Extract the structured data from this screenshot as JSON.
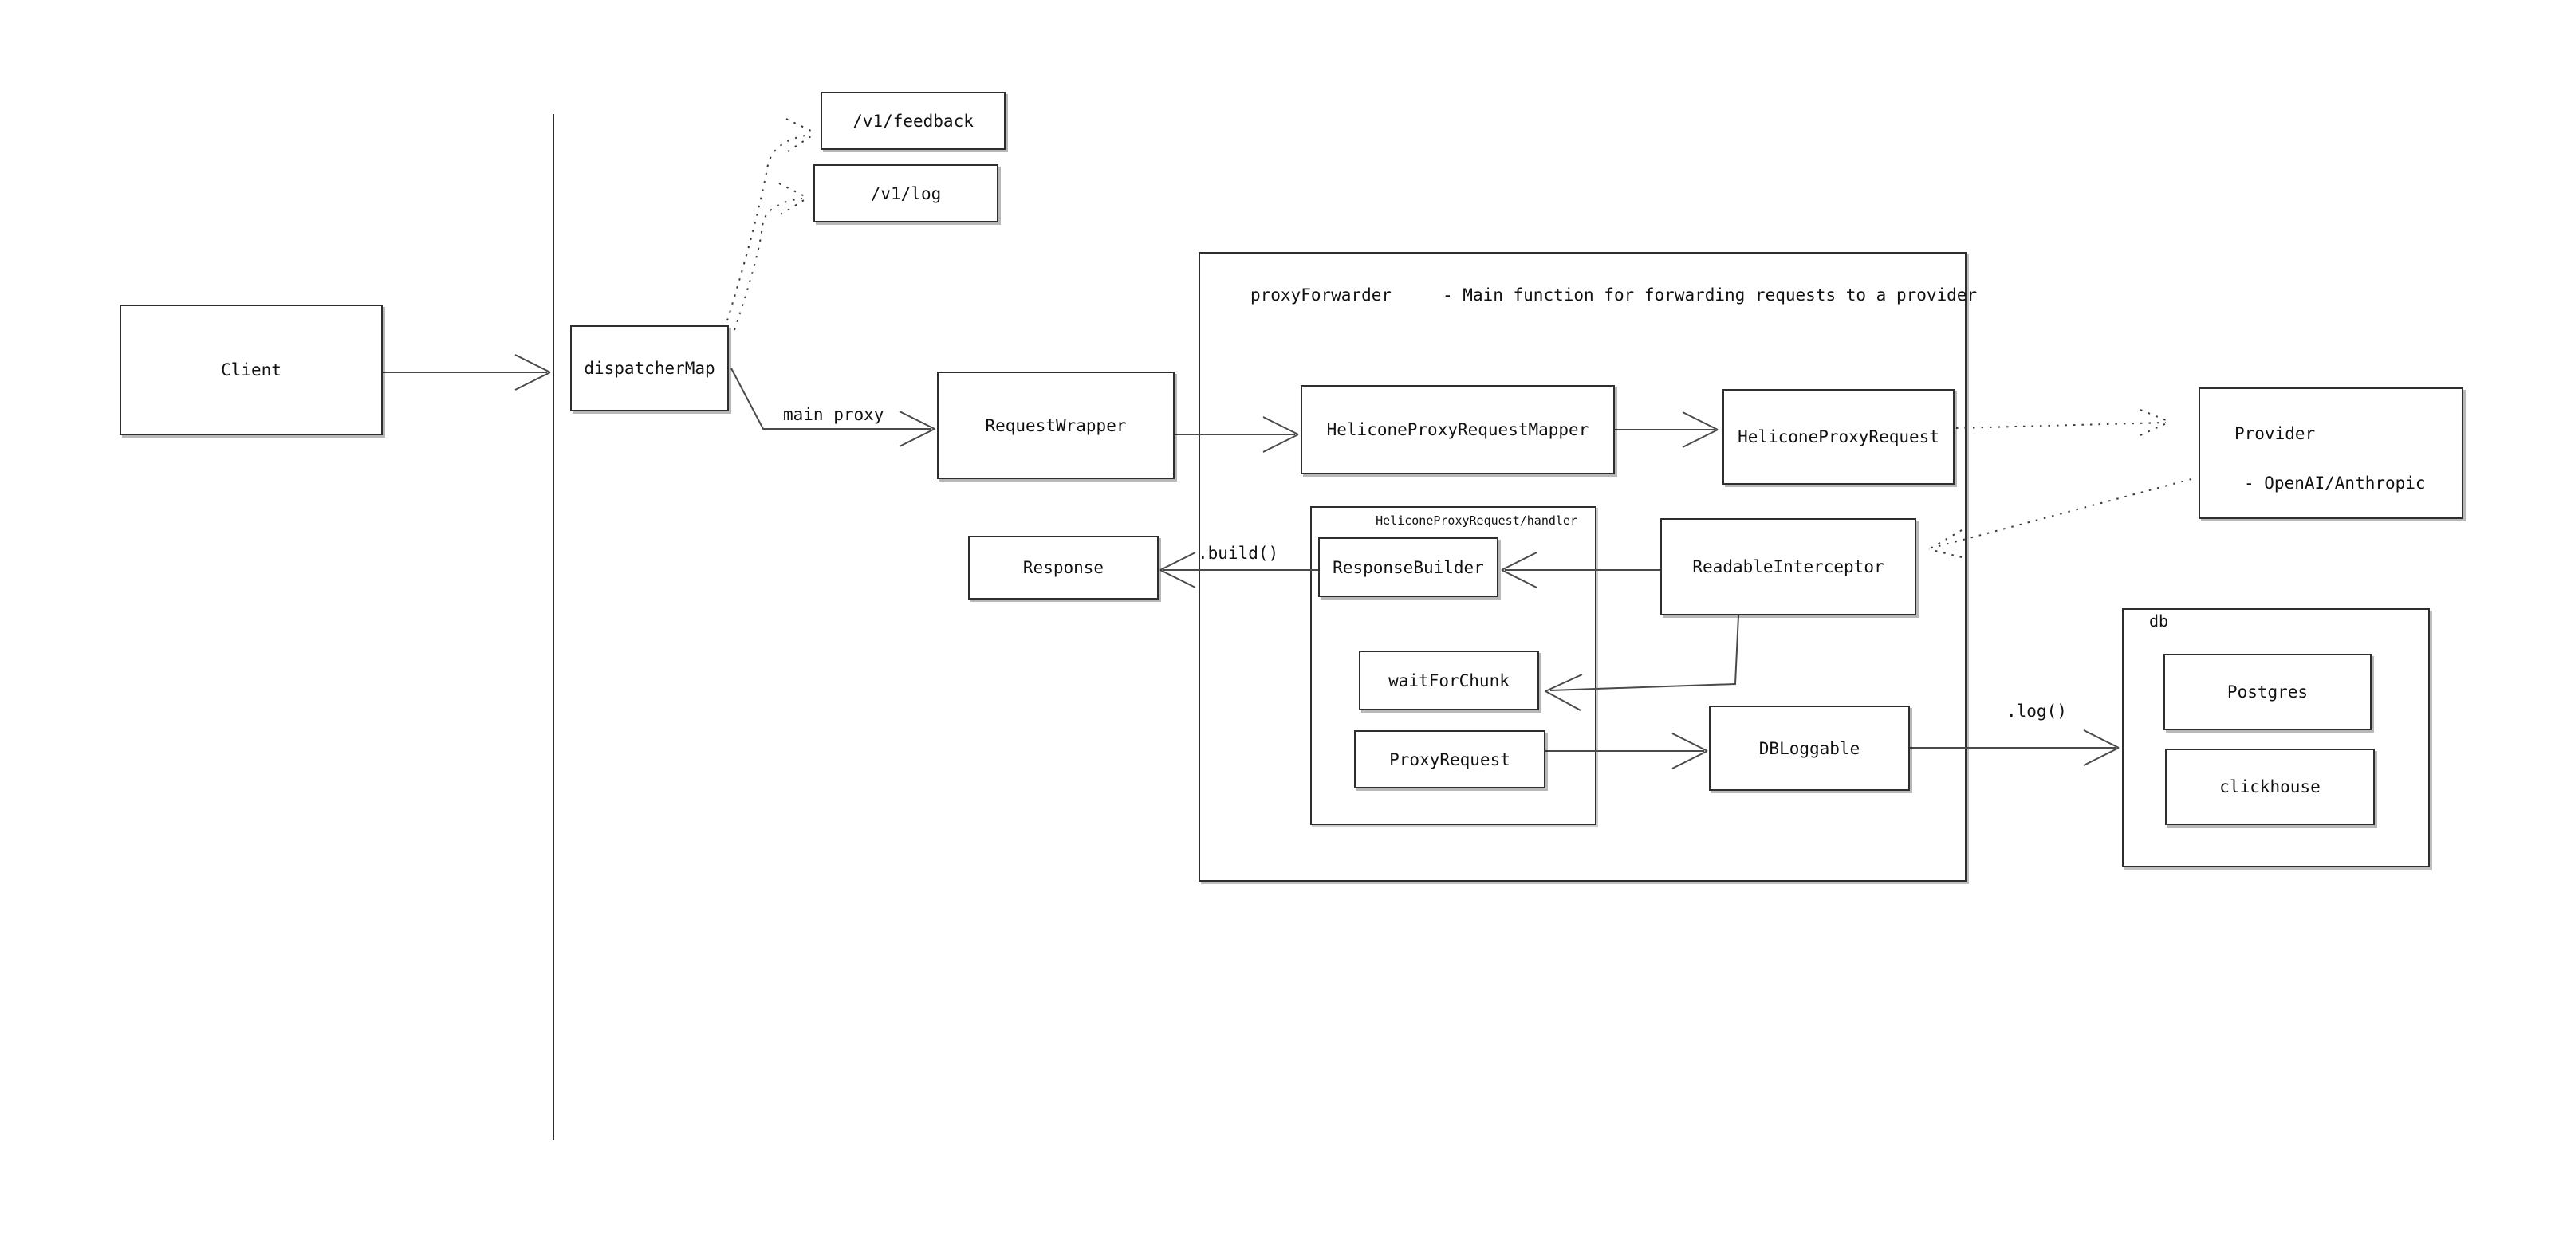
{
  "diagram": {
    "nodes": {
      "client": {
        "label": "Client"
      },
      "dispatcher_map": {
        "label": "dispatcherMap"
      },
      "v1_feedback": {
        "label": "/v1/feedback"
      },
      "v1_log": {
        "label": "/v1/log"
      },
      "request_wrapper": {
        "label": "RequestWrapper"
      },
      "response": {
        "label": "Response"
      },
      "helicone_proxy_request_mapper": {
        "label": "HeliconeProxyRequestMapper"
      },
      "helicone_proxy_request": {
        "label": "HeliconeProxyRequest"
      },
      "response_builder": {
        "label": "ResponseBuilder"
      },
      "wait_for_chunk": {
        "label": "waitForChunk"
      },
      "proxy_request": {
        "label": "ProxyRequest"
      },
      "readable_interceptor": {
        "label": "ReadableInterceptor"
      },
      "db_loggable": {
        "label": "DBLoggable"
      },
      "postgres": {
        "label": "Postgres"
      },
      "clickhouse": {
        "label": "clickhouse"
      }
    },
    "provider": {
      "title": "Provider",
      "subtitle": "- OpenAI/Anthropic"
    },
    "containers": {
      "proxy_forwarder": {
        "title": "proxyForwarder",
        "annotation": "- Main function for forwarding requests to a provider"
      },
      "handler": {
        "title": "HeliconeProxyRequest/handler"
      },
      "db": {
        "title": "db"
      }
    },
    "edge_labels": {
      "main_proxy": "main proxy",
      "build": ".build()",
      "log": ".log()"
    },
    "colors": {
      "background": "#ffffff",
      "border": "#2e2e2e",
      "line": "#4a4a4a",
      "text": "#111111"
    }
  }
}
